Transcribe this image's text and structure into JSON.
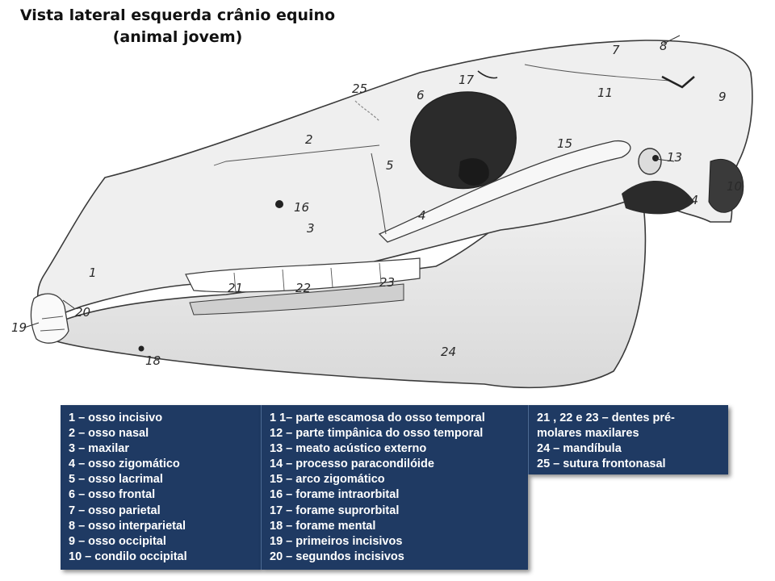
{
  "title": {
    "line1": "Vista lateral esquerda crânio equino",
    "line2": "(animal jovem)"
  },
  "callouts": [
    "1",
    "2",
    "3",
    "4",
    "5",
    "6",
    "7",
    "8",
    "9",
    "10",
    "11",
    "13",
    "14",
    "15",
    "16",
    "17",
    "18",
    "19",
    "20",
    "21",
    "22",
    "23",
    "24",
    "25"
  ],
  "legend": {
    "col1": [
      "1 – osso incisivo",
      "2 – osso nasal",
      "3 – maxilar",
      "4 – osso zigomático",
      "5 – osso lacrimal",
      "6 – osso frontal",
      "7 – osso parietal",
      "8 – osso interparietal",
      "9 – osso occipital",
      "10 – condilo occipital"
    ],
    "col2": [
      "1 1– parte escamosa do osso temporal",
      "12 – parte timpânica do osso temporal",
      "13 – meato acústico externo",
      "14 – processo paracondilóide",
      "15 – arco zigomático",
      "16 – forame intraorbital",
      "17 – forame suprorbital",
      "18 – forame mental",
      "19 – primeiros incisivos",
      "20 – segundos incisivos"
    ],
    "col3": [
      "21 , 22 e 23 – dentes pré-",
      "molares maxilares",
      "24 – mandíbula",
      "25 – sutura frontonasal"
    ]
  },
  "colors": {
    "legend_bg": "#1f3a63",
    "legend_text": "#ffffff",
    "bone_fill": "#ededed",
    "bone_stroke": "#3a3a3a",
    "dark_cavity": "#2b2b2b"
  }
}
